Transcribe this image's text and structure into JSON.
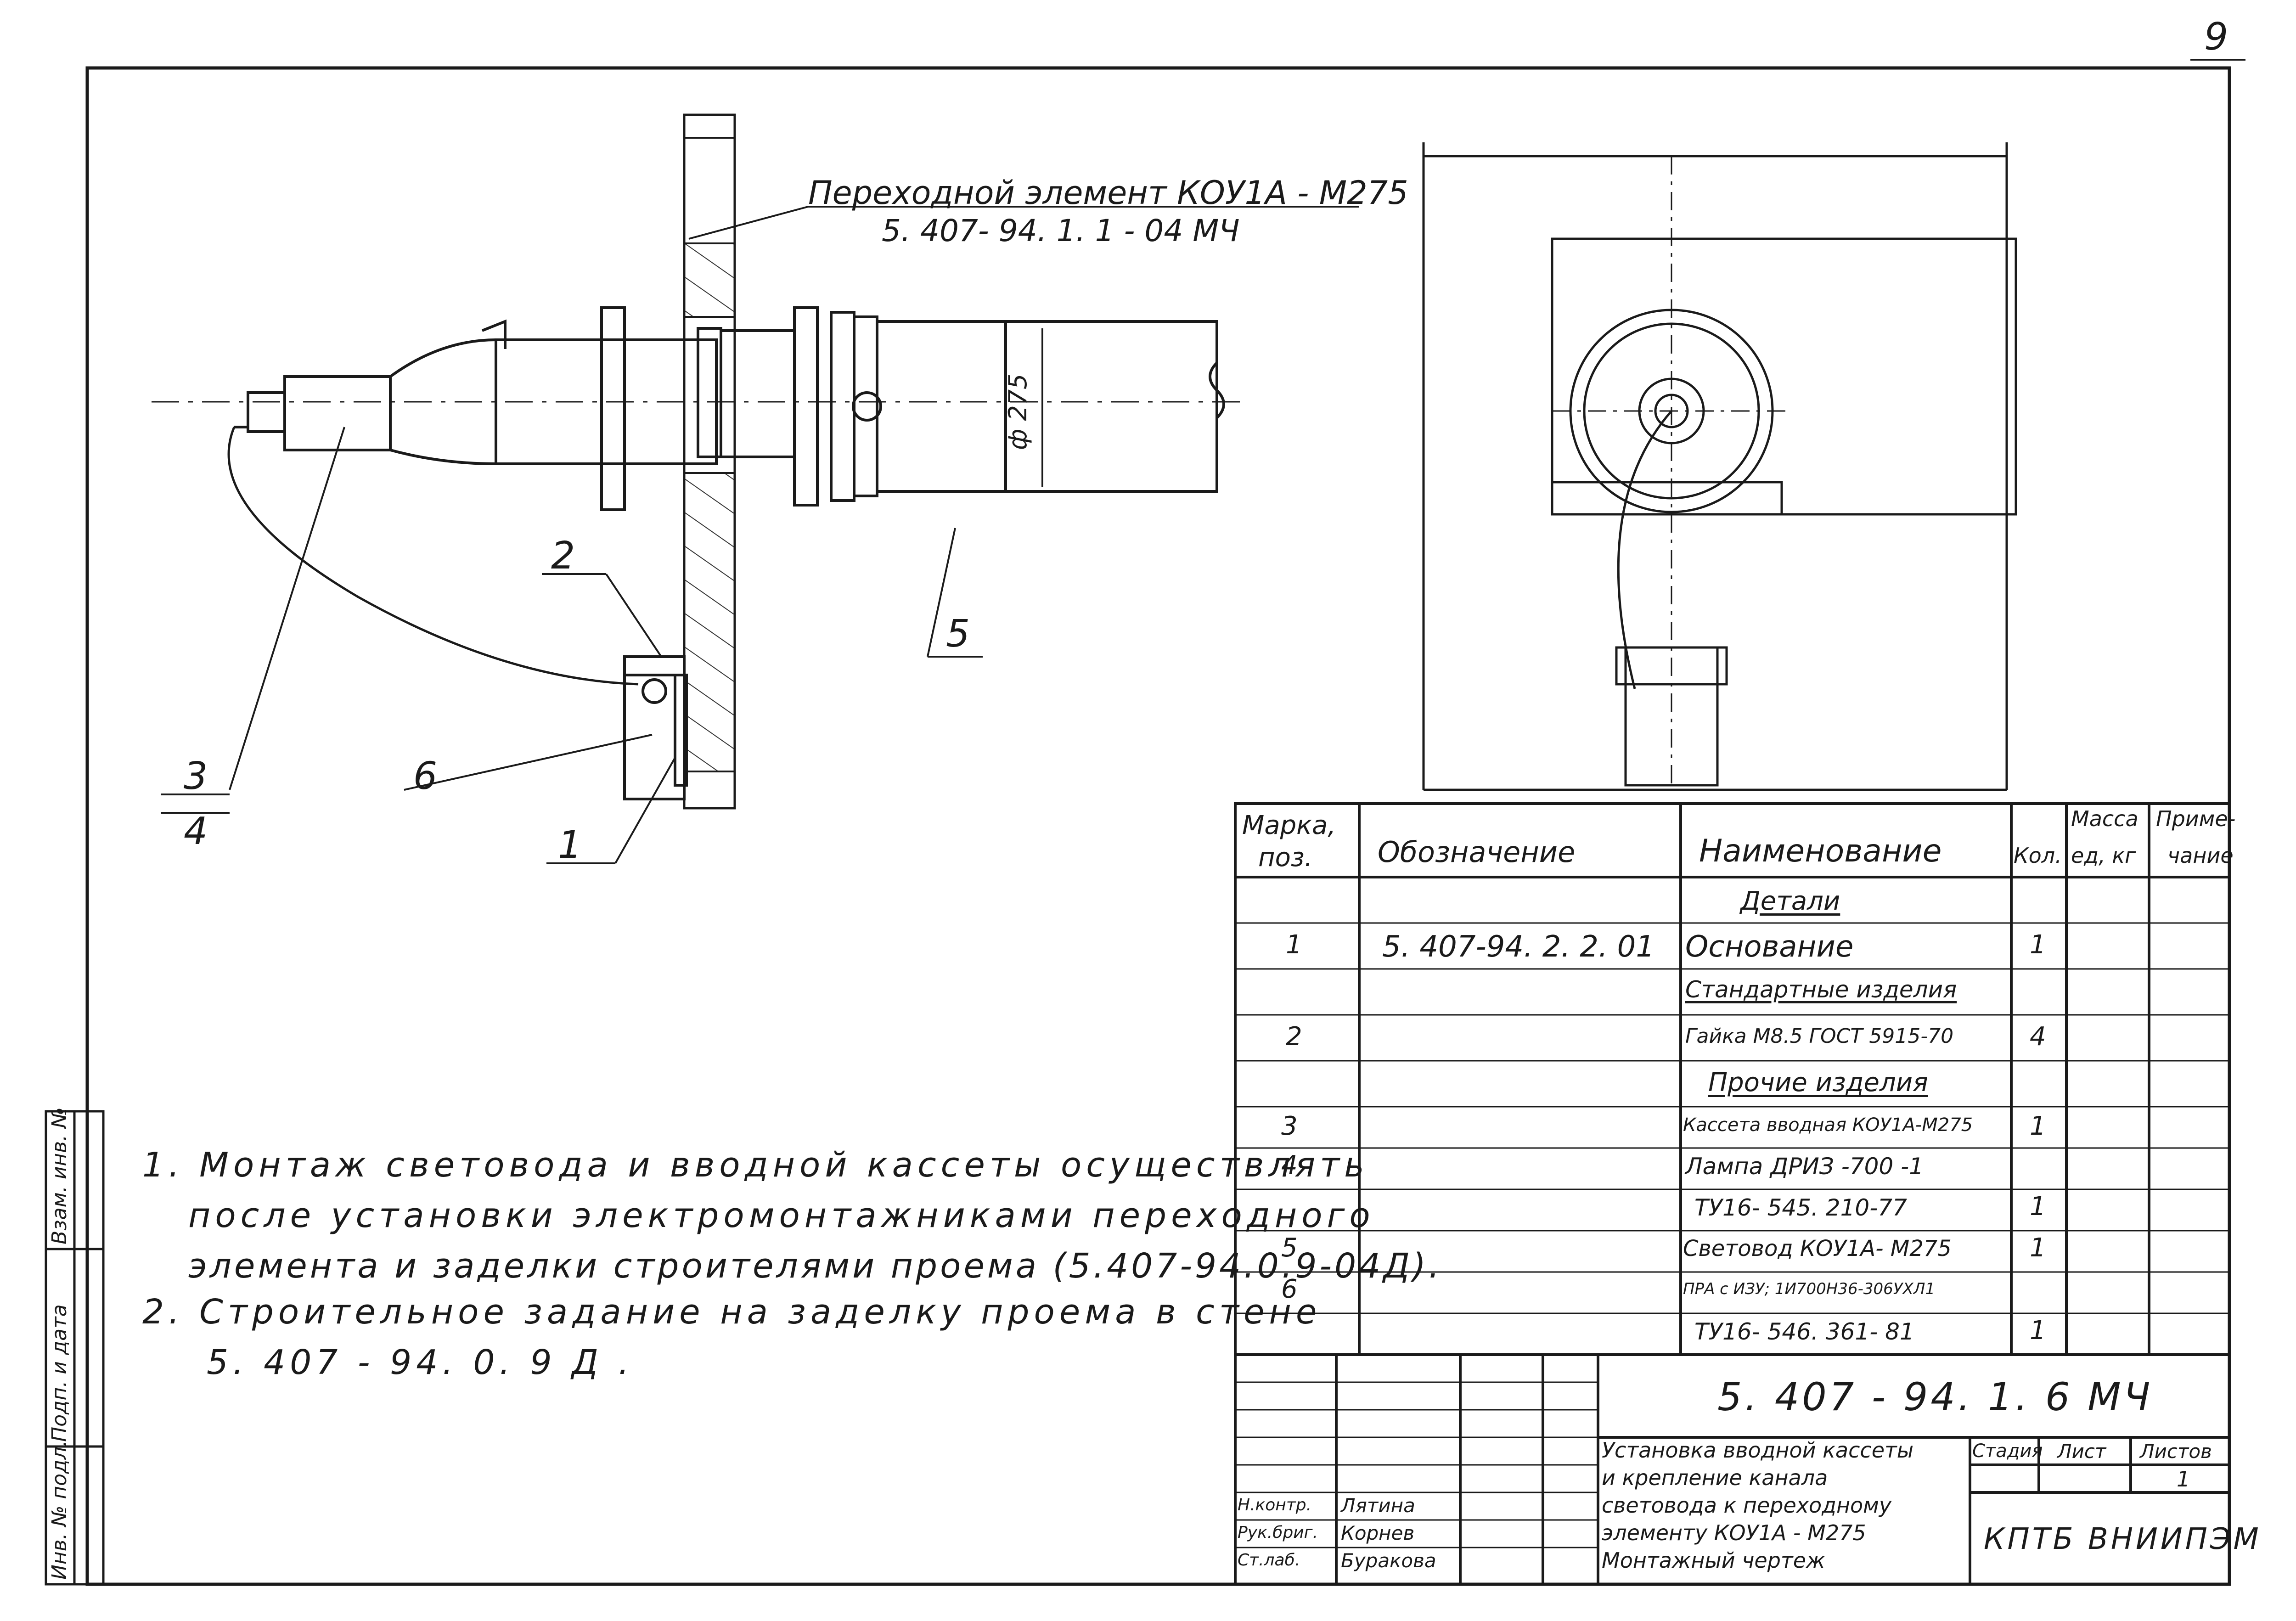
{
  "sheet_number": "9",
  "drawing": {
    "transition_label_line1": "Переходной элемент КОУ1А - М275",
    "transition_label_line2": "5. 407- 94. 1. 1 - 04 МЧ",
    "diameter_label": "ф 275",
    "callouts": [
      "1",
      "2",
      "3",
      "4",
      "5",
      "6"
    ]
  },
  "notes": [
    "1. Монтаж световода и вводной кассеты осуществлять",
    "после установки электромонтажниками переходного",
    "элемента и заделки строителями проема (5.407-94.0.9-04Д).",
    "2. Строительное задание на заделку проема в стене",
    "5. 407 - 94. 0. 9 Д ."
  ],
  "left_stamp": [
    "Инв. № подл.",
    "Подп. и дата",
    "Взам. инв. №"
  ],
  "spec_table": {
    "headers": {
      "mark": [
        "Марка,",
        "поз."
      ],
      "designation": "Обозначение",
      "name": "Наименование",
      "qty": "Кол.",
      "mass": [
        "Масса",
        "ед, кг"
      ],
      "note": [
        "Приме-",
        "чание"
      ]
    },
    "rows": [
      {
        "mark": "",
        "designation": "",
        "name": "Детали",
        "qty": "",
        "section": true
      },
      {
        "mark": "1",
        "designation": "5. 407-94. 2. 2. 01",
        "name": "Основание",
        "qty": "1"
      },
      {
        "mark": "",
        "designation": "",
        "name": "Стандартные изделия",
        "qty": "",
        "section": true
      },
      {
        "mark": "2",
        "designation": "",
        "name": "Гайка М8.5 ГОСТ 5915-70",
        "qty": "4"
      },
      {
        "mark": "",
        "designation": "",
        "name": "Прочие изделия",
        "qty": "",
        "section": true
      },
      {
        "mark": "3",
        "designation": "",
        "name": "Кассета вводная КОУ1А-М275",
        "qty": "1"
      },
      {
        "mark": "4",
        "designation": "",
        "name": "Лампа ДРИЗ -700 -1",
        "qty": ""
      },
      {
        "mark": "",
        "designation": "",
        "name": "ТУ16- 545. 210-77",
        "qty": "1"
      },
      {
        "mark": "5",
        "designation": "",
        "name": "Световод КОУ1А- М275",
        "qty": "1"
      },
      {
        "mark": "6",
        "designation": "",
        "name": "ПРА с ИЗУ; 1И700Н36-306УХЛ1",
        "qty": ""
      },
      {
        "mark": "",
        "designation": "",
        "name": "ТУ16- 546. 361- 81",
        "qty": "1"
      }
    ]
  },
  "title_block": {
    "doc_code": "5. 407 - 94. 1. 6 МЧ",
    "title_lines": [
      "Установка вводной кассеты",
      "и крепление канала",
      "световода к переходному",
      "элементу КОУ1А - М275",
      "Монтажный чертеж"
    ],
    "stage_label": "Стадия",
    "sheet_label": "Лист",
    "sheets_label": "Листов",
    "sheets_value": "1",
    "organization": "КПТБ ВНИИПЭМ",
    "signatures": [
      {
        "role": "Н.контр.",
        "name": "Лятина"
      },
      {
        "role": "Рук.бриг.",
        "name": "Корнев"
      },
      {
        "role": "Ст.лаб.",
        "name": "Буракова"
      }
    ]
  }
}
